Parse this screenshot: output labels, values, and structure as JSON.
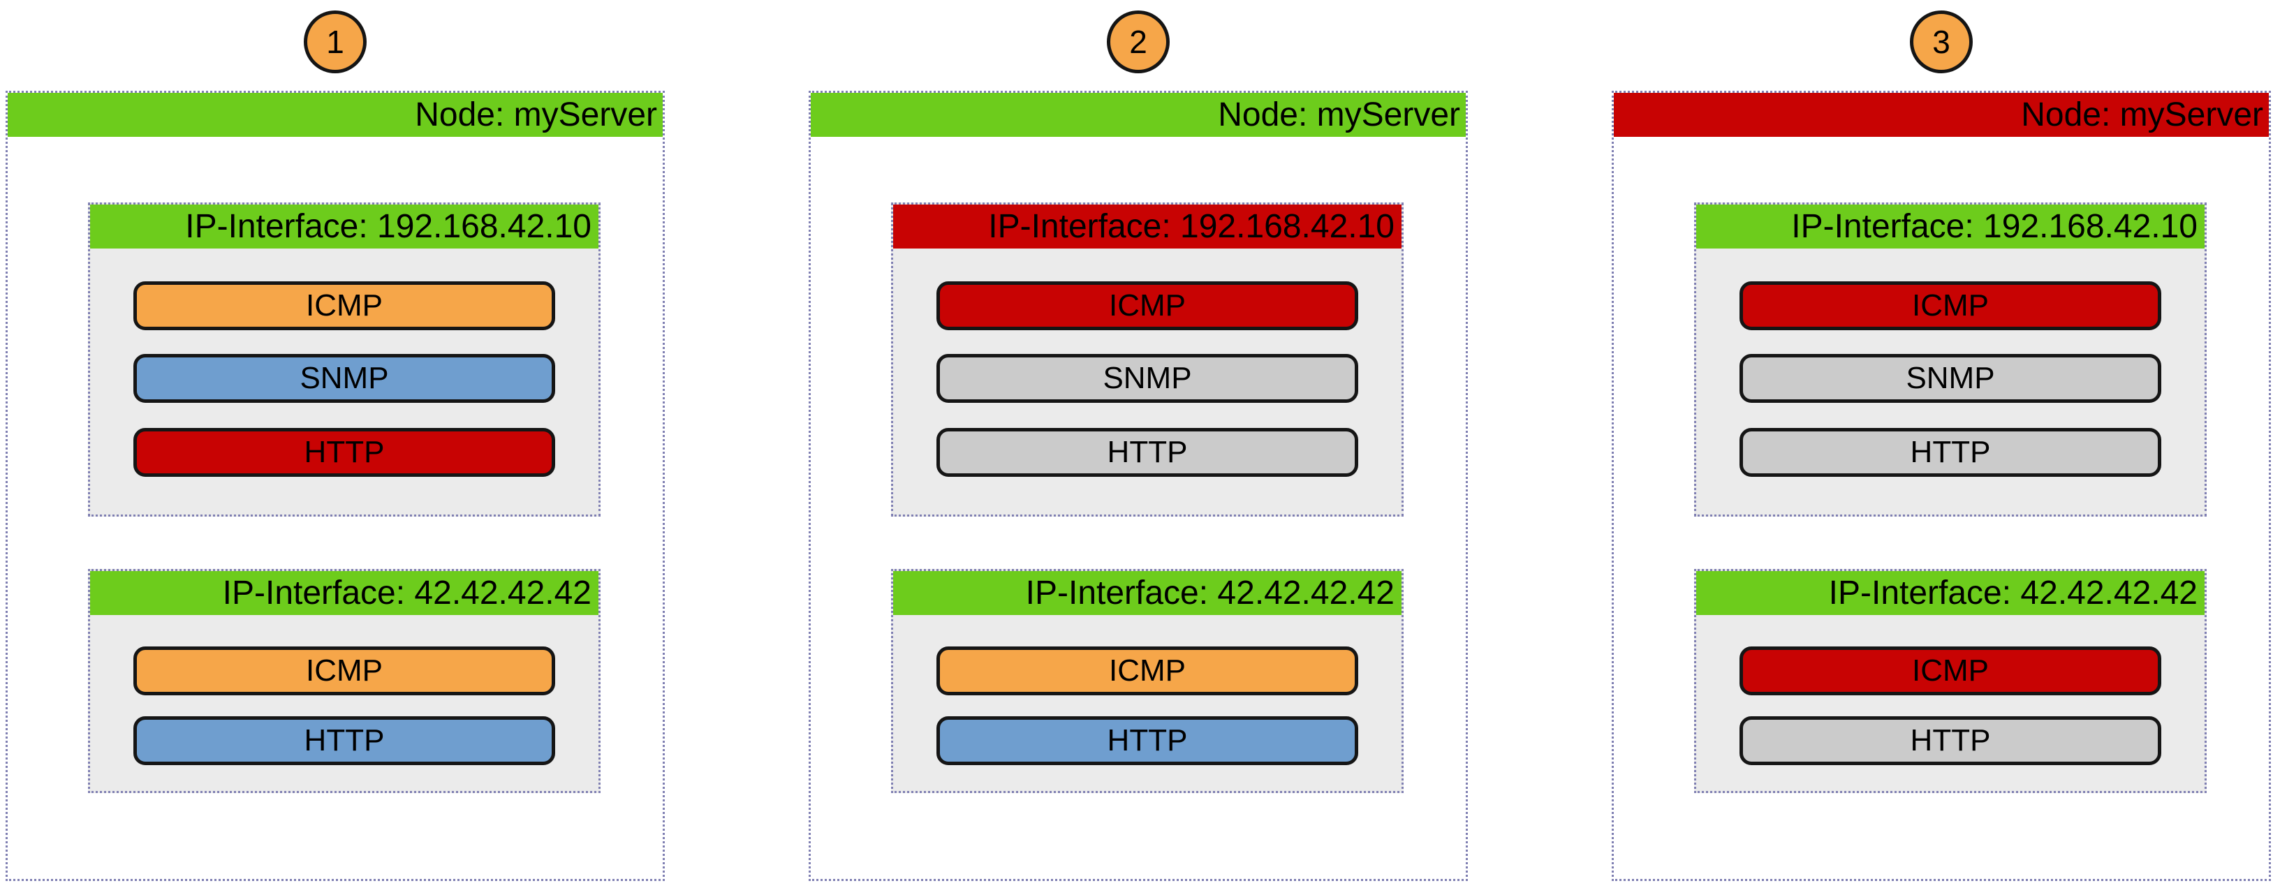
{
  "badge": {
    "status": "orange"
  },
  "colors": {
    "green": "#6dcc1c",
    "red": "#c80303",
    "orange": "#f6a649",
    "blue": "#6f9ecf",
    "gray": "#cbcbcb"
  },
  "panels": [
    {
      "number": "1",
      "node": {
        "label": "Node: myServer",
        "status": "green"
      },
      "interfaces": [
        {
          "label": "IP-Interface: 192.168.42.10",
          "status": "green",
          "services": [
            {
              "label": "ICMP",
              "status": "orange"
            },
            {
              "label": "SNMP",
              "status": "blue"
            },
            {
              "label": "HTTP",
              "status": "red"
            }
          ]
        },
        {
          "label": "IP-Interface: 42.42.42.42",
          "status": "green",
          "services": [
            {
              "label": "ICMP",
              "status": "orange"
            },
            {
              "label": "HTTP",
              "status": "blue"
            }
          ]
        }
      ]
    },
    {
      "number": "2",
      "node": {
        "label": "Node: myServer",
        "status": "green"
      },
      "interfaces": [
        {
          "label": "IP-Interface: 192.168.42.10",
          "status": "red",
          "services": [
            {
              "label": "ICMP",
              "status": "red"
            },
            {
              "label": "SNMP",
              "status": "gray"
            },
            {
              "label": "HTTP",
              "status": "gray"
            }
          ]
        },
        {
          "label": "IP-Interface: 42.42.42.42",
          "status": "green",
          "services": [
            {
              "label": "ICMP",
              "status": "orange"
            },
            {
              "label": "HTTP",
              "status": "blue"
            }
          ]
        }
      ]
    },
    {
      "number": "3",
      "node": {
        "label": "Node: myServer",
        "status": "red"
      },
      "interfaces": [
        {
          "label": "IP-Interface: 192.168.42.10",
          "status": "green",
          "services": [
            {
              "label": "ICMP",
              "status": "red"
            },
            {
              "label": "SNMP",
              "status": "gray"
            },
            {
              "label": "HTTP",
              "status": "gray"
            }
          ]
        },
        {
          "label": "IP-Interface: 42.42.42.42",
          "status": "green",
          "services": [
            {
              "label": "ICMP",
              "status": "red"
            },
            {
              "label": "HTTP",
              "status": "gray"
            }
          ]
        }
      ]
    }
  ]
}
